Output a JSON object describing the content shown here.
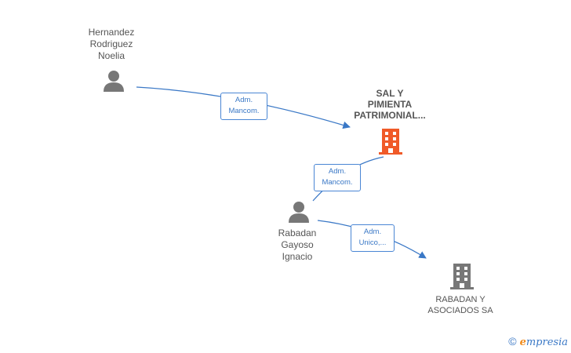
{
  "nodes": {
    "person1": {
      "label": "Hernandez\nRodriguez\nNoelia",
      "icon": "person-icon"
    },
    "company_main": {
      "label": "SAL Y\nPIMIENTA\nPATRIMONIAL...",
      "icon": "building-icon",
      "color": "#f05a28"
    },
    "person2": {
      "label": "Rabadan\nGayoso\nIgnacio",
      "icon": "person-icon"
    },
    "company2": {
      "label": "RABADAN Y\nASOCIADOS SA",
      "icon": "building-icon",
      "color": "#777777"
    }
  },
  "edges": [
    {
      "from": "person1",
      "to": "company_main",
      "label": "Adm.\nMancom."
    },
    {
      "from": "person2",
      "to": "company_main",
      "label": "Adm.\nMancom."
    },
    {
      "from": "person2",
      "to": "company2",
      "label": "Adm.\nUnico,..."
    }
  ],
  "colors": {
    "edge": "#3a78c6",
    "person": "#777777"
  },
  "brand": {
    "copyright": "©",
    "e": "e",
    "rest": "mpresia"
  }
}
